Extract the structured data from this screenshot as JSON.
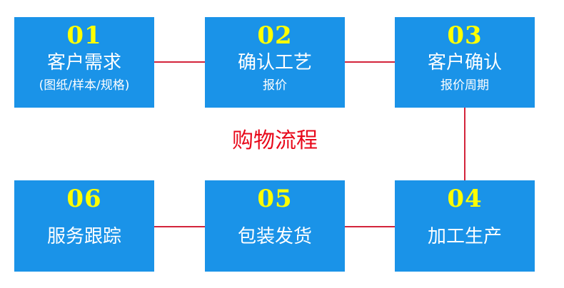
{
  "diagram": {
    "center_title": "购物流程",
    "line_color": "#d3243b",
    "box_color": "#1a93e8",
    "number_color": "#ffff00",
    "title_color": "#e8091b",
    "steps": [
      {
        "number": "01",
        "title": "客户需求",
        "subtitle": "(图纸/样本/规格)"
      },
      {
        "number": "02",
        "title": "确认工艺",
        "subtitle": "报价"
      },
      {
        "number": "03",
        "title": "客户确认",
        "subtitle": "报价周期"
      },
      {
        "number": "04",
        "title": "加工生产"
      },
      {
        "number": "05",
        "title": "包装发货"
      },
      {
        "number": "06",
        "title": "服务跟踪"
      }
    ]
  }
}
